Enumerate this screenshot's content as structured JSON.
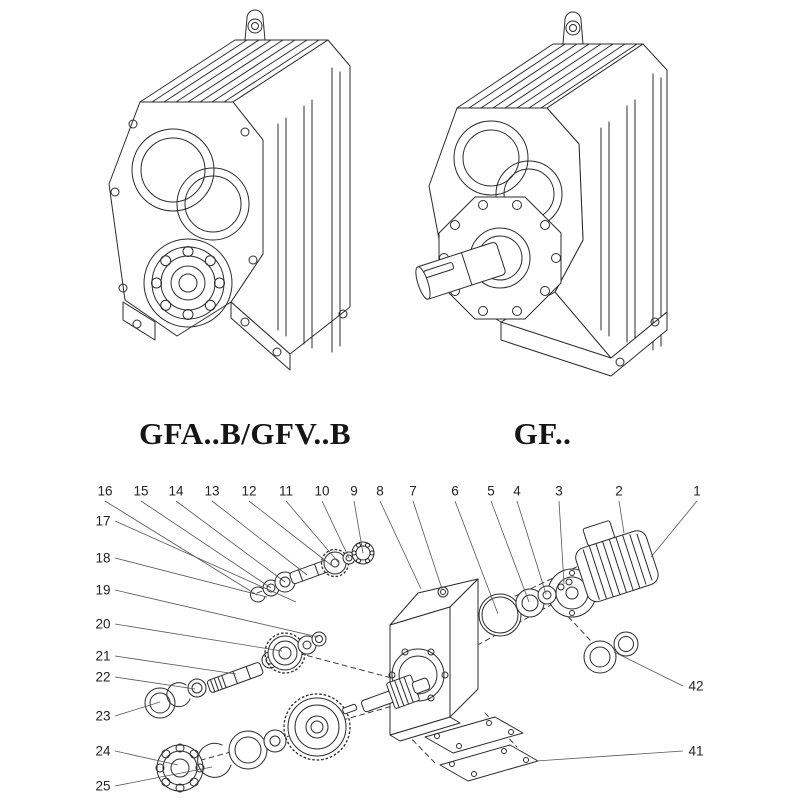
{
  "colors": {
    "background": "#ffffff",
    "ink": "#2b2b2b"
  },
  "figures": {
    "left_caption": "GFA..B/GFV..B",
    "right_caption": "GF.."
  },
  "exploded": {
    "top_callouts": [
      "16",
      "15",
      "14",
      "13",
      "12",
      "11",
      "10",
      "9",
      "8",
      "7",
      "6",
      "5",
      "4",
      "3",
      "2",
      "1"
    ],
    "left_callouts": [
      "17",
      "18",
      "19",
      "20",
      "21",
      "22",
      "23",
      "24",
      "25"
    ],
    "right_callouts": [
      "42",
      "41"
    ]
  }
}
